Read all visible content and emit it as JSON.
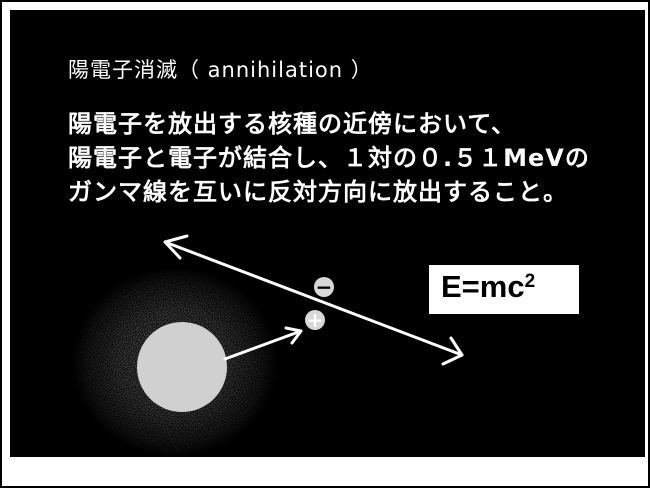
{
  "slide": {
    "title": "陽電子消滅（ annihilation ）",
    "description_lines": [
      "陽電子を放出する核種の近傍において、",
      "陽電子と電子が結合し、１対の０.５１MeVの",
      "ガンマ線を互いに反対方向に放出すること。"
    ],
    "formula_main": "E=mc",
    "formula_exponent": "2"
  },
  "particles": {
    "electron_symbol": "−",
    "positron_symbol": "+"
  },
  "colors": {
    "background": "#000000",
    "text": "#ffffff",
    "nucleus": "#d0d0d0",
    "particle": "#d8d8d8",
    "arrow": "#ffffff",
    "formula_box": "#ffffff",
    "formula_text": "#000000"
  }
}
